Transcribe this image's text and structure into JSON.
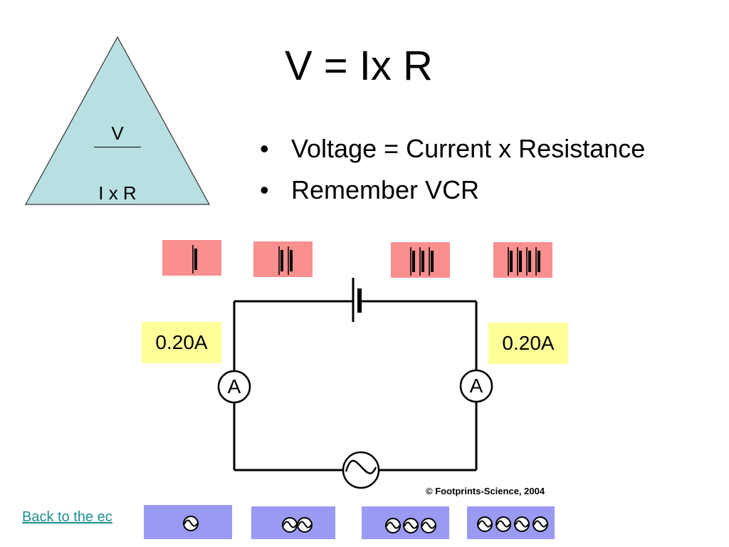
{
  "slide": {
    "title": "V = Ix R",
    "bullets": [
      "Voltage = Current x Resistance",
      "Remember VCR"
    ]
  },
  "triangle": {
    "top": "V",
    "bottom": "I x R"
  },
  "readings": {
    "left_ammeter": "0.20A",
    "right_ammeter": "0.20A"
  },
  "meters": {
    "left_symbol": "A",
    "right_symbol": "A"
  },
  "cell_buttons": [
    {
      "name": "1-cell",
      "cells": 1
    },
    {
      "name": "2-cells",
      "cells": 2
    },
    {
      "name": "3-cells",
      "cells": 3
    },
    {
      "name": "4-cells",
      "cells": 4
    }
  ],
  "bulb_buttons": [
    {
      "name": "1-bulb",
      "bulbs": 1
    },
    {
      "name": "2-bulbs",
      "bulbs": 2
    },
    {
      "name": "3-bulbs",
      "bulbs": 3
    },
    {
      "name": "4-bulbs",
      "bulbs": 4
    }
  ],
  "credit": "© Footprints-Science, 2004",
  "back_link": "Back to the ec",
  "colors": {
    "triangle_fill": "#b8dfe1",
    "cell_button": "#f98f8f",
    "bulb_button": "#9a9af2",
    "reading_bg": "#ffff99",
    "link": "#1f8e8e"
  }
}
